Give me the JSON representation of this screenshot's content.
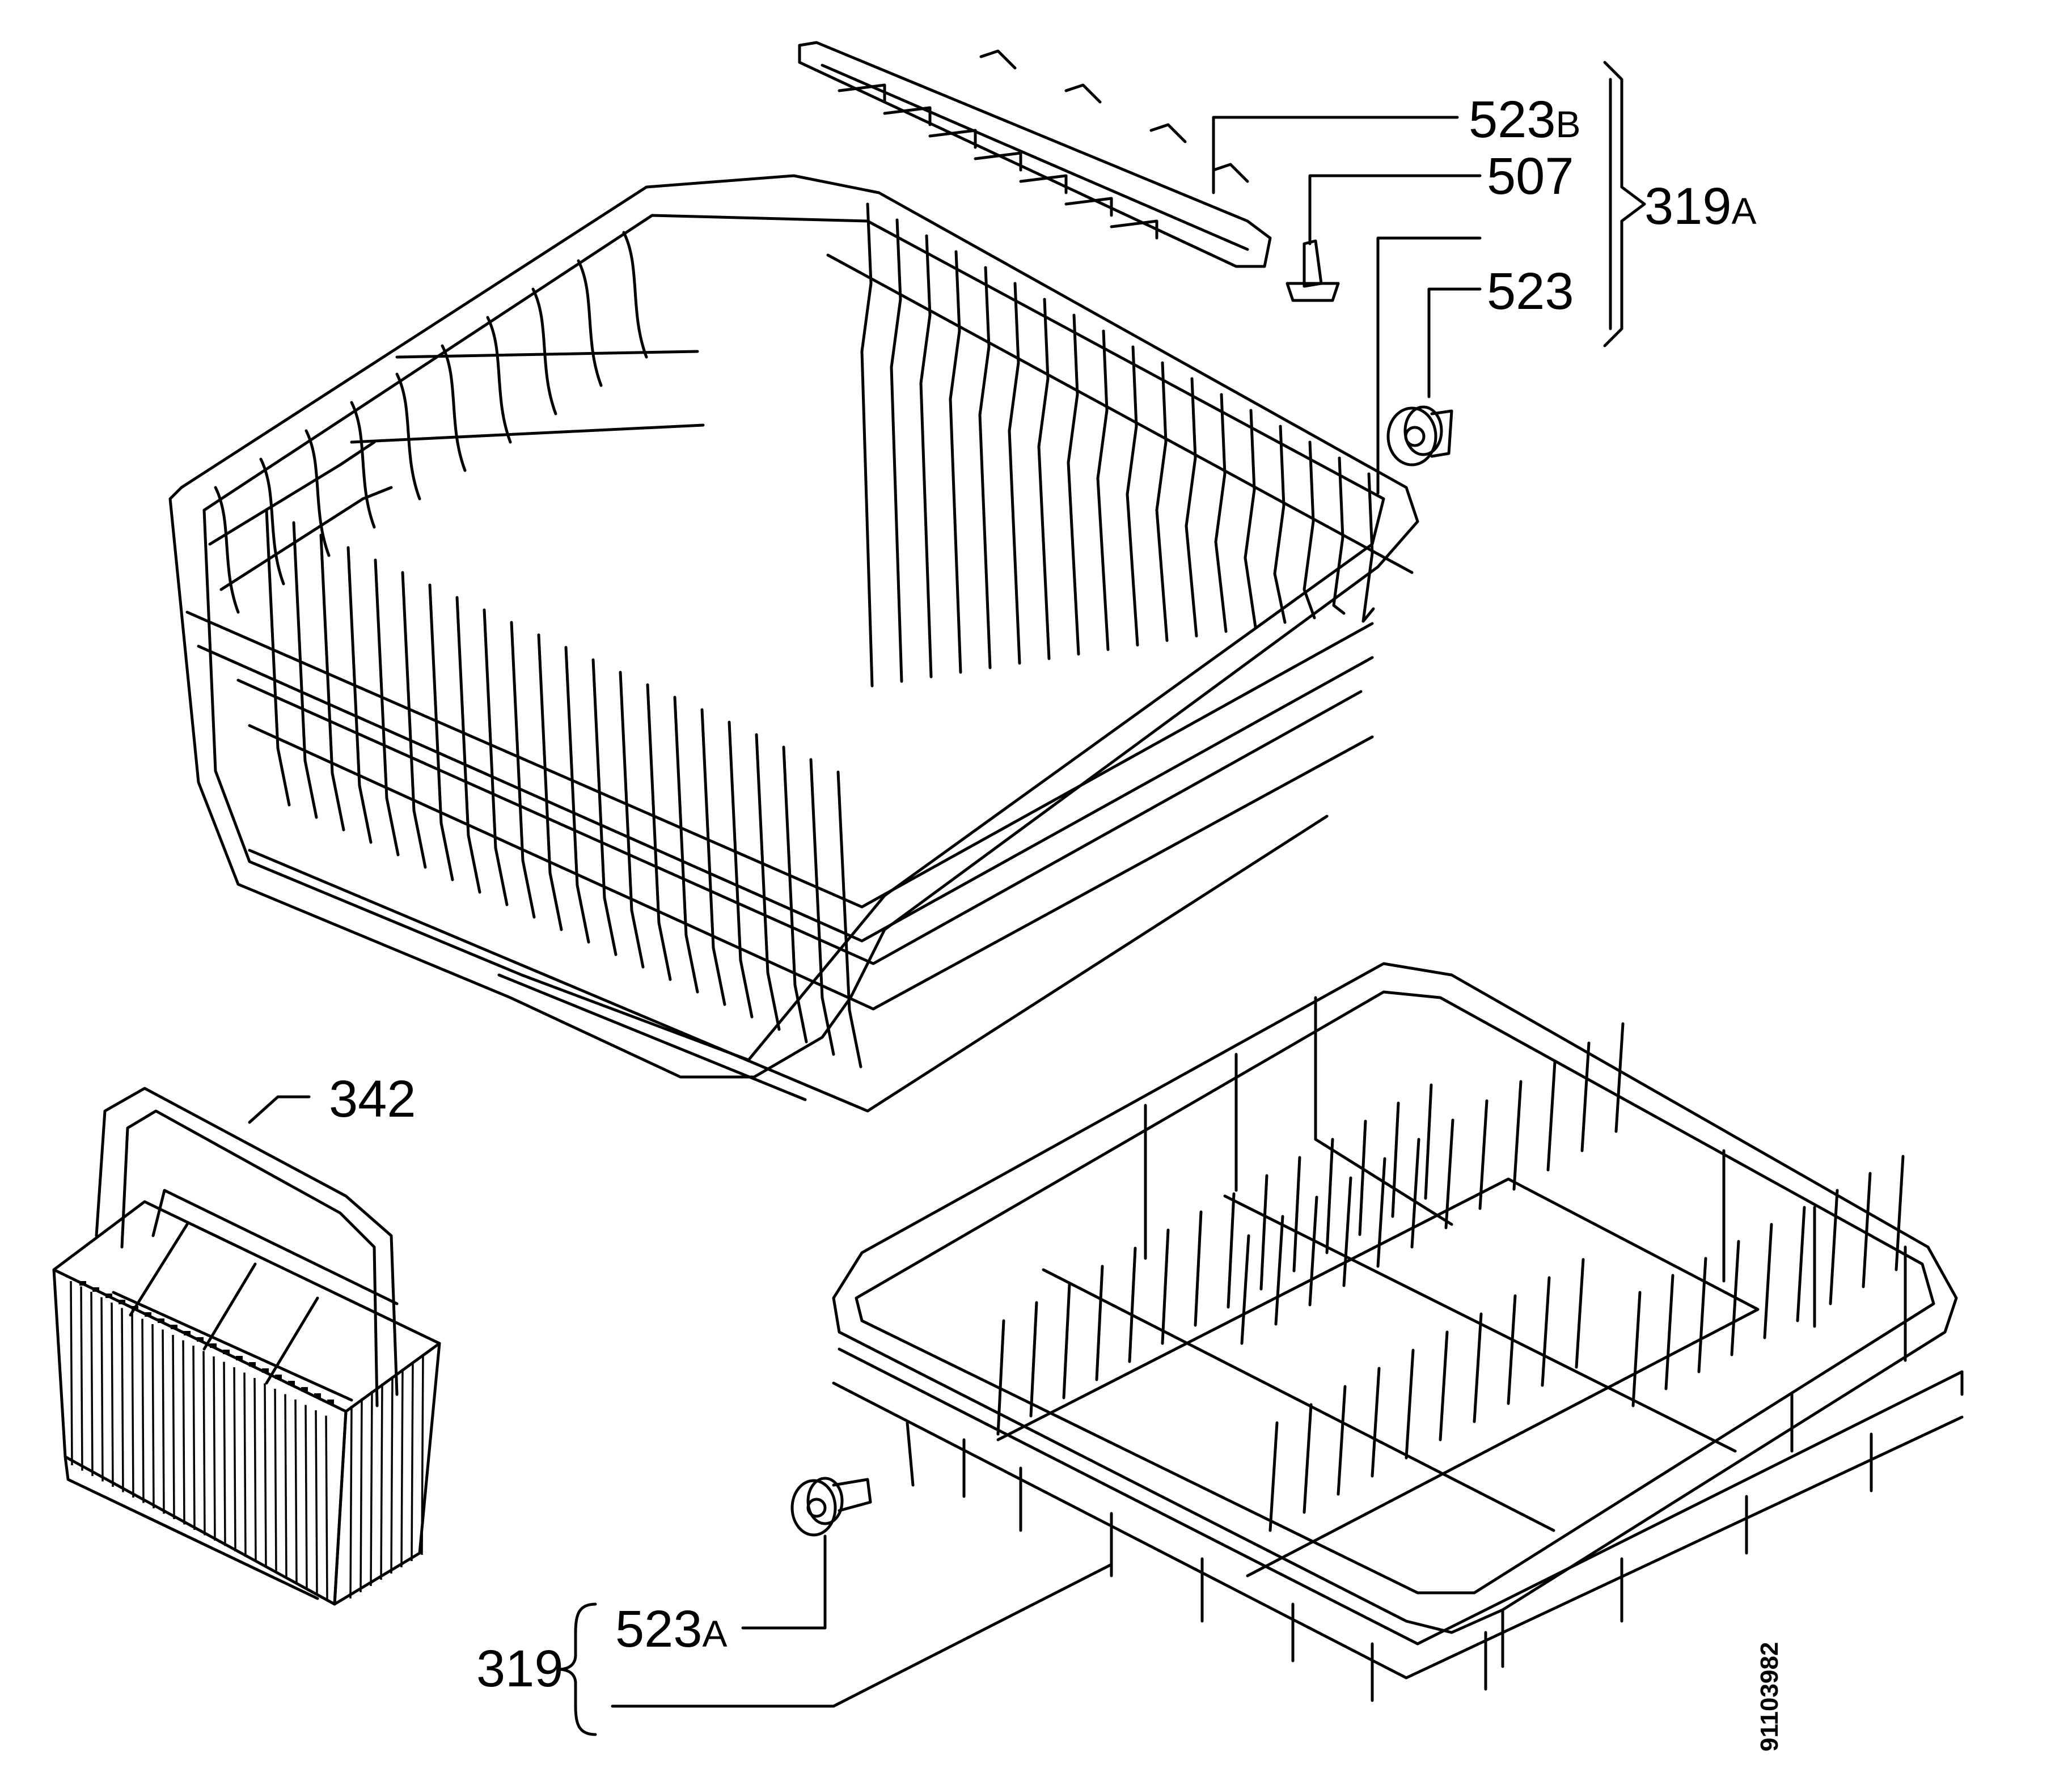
{
  "labels": {
    "l523b_num": "523",
    "l523b_suffix": "B",
    "l507": "507",
    "l319a_num": "319",
    "l319a_suffix": "A",
    "l523": "523",
    "l342": "342",
    "l319": "319",
    "l523a_num": "523",
    "l523a_suffix": "A"
  },
  "drawing_code": "91103982"
}
